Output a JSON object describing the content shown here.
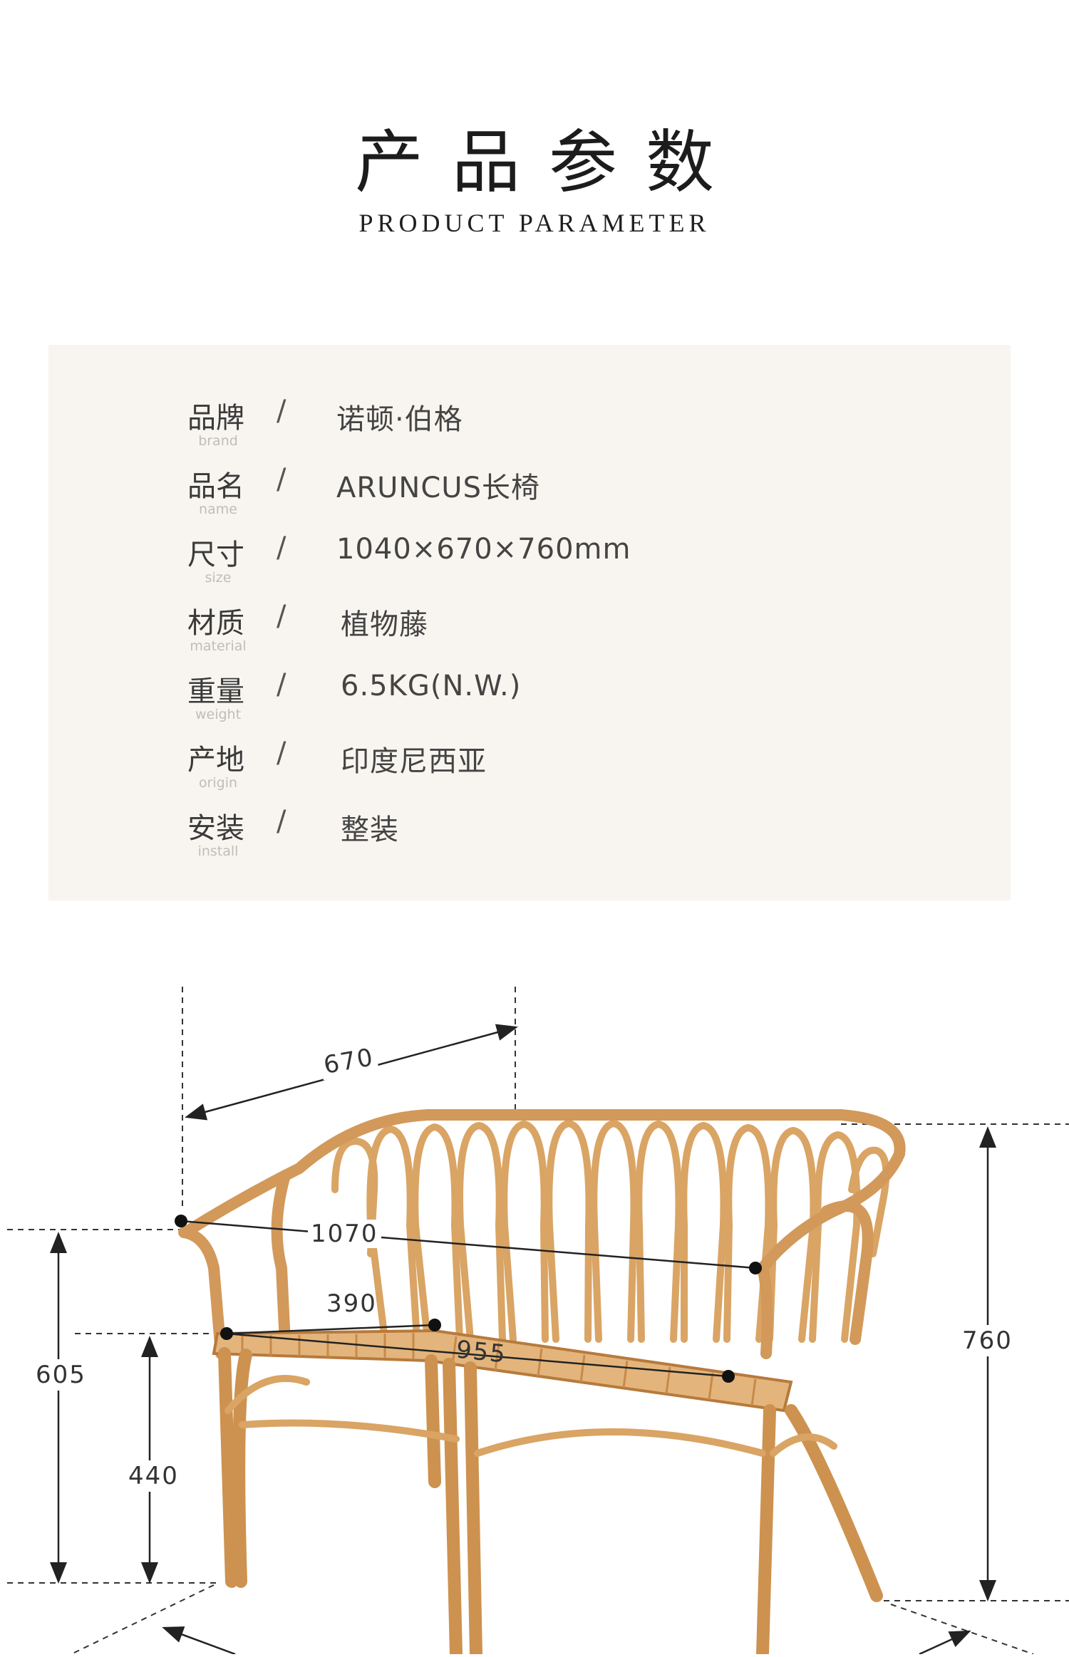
{
  "header": {
    "title_cn": "产品参数",
    "title_en": "PRODUCT PARAMETER"
  },
  "params": [
    {
      "key": "品牌",
      "key_en": "brand",
      "slash": "/",
      "value": "诺顿·伯格"
    },
    {
      "key": "品名",
      "key_en": "name",
      "slash": "/",
      "value": "ARUNCUS长椅"
    },
    {
      "key": "尺寸",
      "key_en": "size",
      "slash": "/",
      "value": "1040×670×760mm"
    },
    {
      "key": "材质",
      "key_en": "material",
      "slash": "/",
      "value": "植物藤"
    },
    {
      "key": "重量",
      "key_en": "weight",
      "slash": "/",
      "value": "6.5KG(N.W.)"
    },
    {
      "key": "产地",
      "key_en": "origin",
      "slash": "/",
      "value": "印度尼西亚"
    },
    {
      "key": "安装",
      "key_en": "install",
      "slash": "/",
      "value": "整装"
    }
  ],
  "dimensions": {
    "depth": "670",
    "length": "1070",
    "seat_depth": "390",
    "seat_width": "955",
    "arm_height": "605",
    "seat_height": "440",
    "total_height": "760"
  },
  "colors": {
    "panel_bg": "#f8f5f0",
    "rattan": "#d9a464",
    "rattan_dark": "#b77a3c"
  }
}
